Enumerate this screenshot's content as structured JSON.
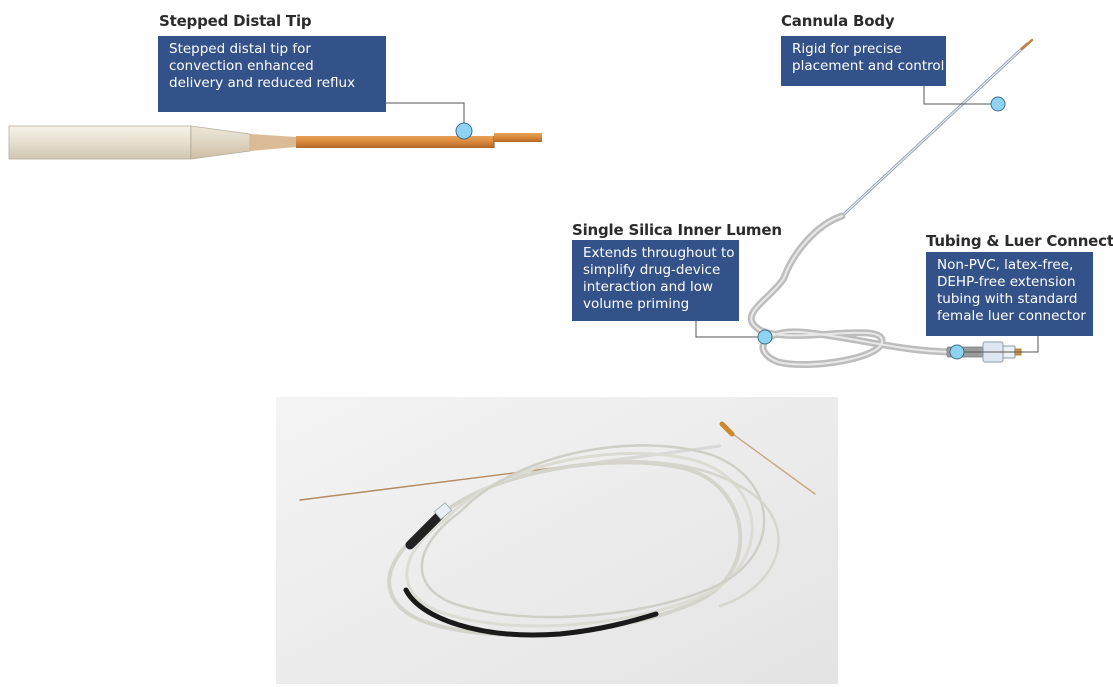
{
  "callouts": {
    "tip": {
      "title": "Stepped Distal Tip",
      "lines": [
        "Stepped distal tip for",
        "convection enhanced",
        "delivery and reduced reflux"
      ]
    },
    "body": {
      "title": "Cannula Body",
      "lines": [
        "Rigid for precise",
        "placement and control"
      ]
    },
    "lumen": {
      "title": "Single Silica Inner Lumen",
      "lines": [
        "Extends throughout to",
        "simplify drug-device",
        "interaction and low",
        "volume priming"
      ]
    },
    "tubing": {
      "title": "Tubing & Luer Connector",
      "lines": [
        "Non-PVC, latex-free,",
        "DEHP-free extension",
        "tubing with standard",
        "female luer connector"
      ]
    }
  },
  "colors": {
    "callout_bg": "#34528a",
    "marker": "#8fd3f2",
    "tip_orange": "#d9893a",
    "sheath": "#ece6d8",
    "photo_bg": "#eeeeee",
    "tubing_black": "#1a1a1a"
  }
}
